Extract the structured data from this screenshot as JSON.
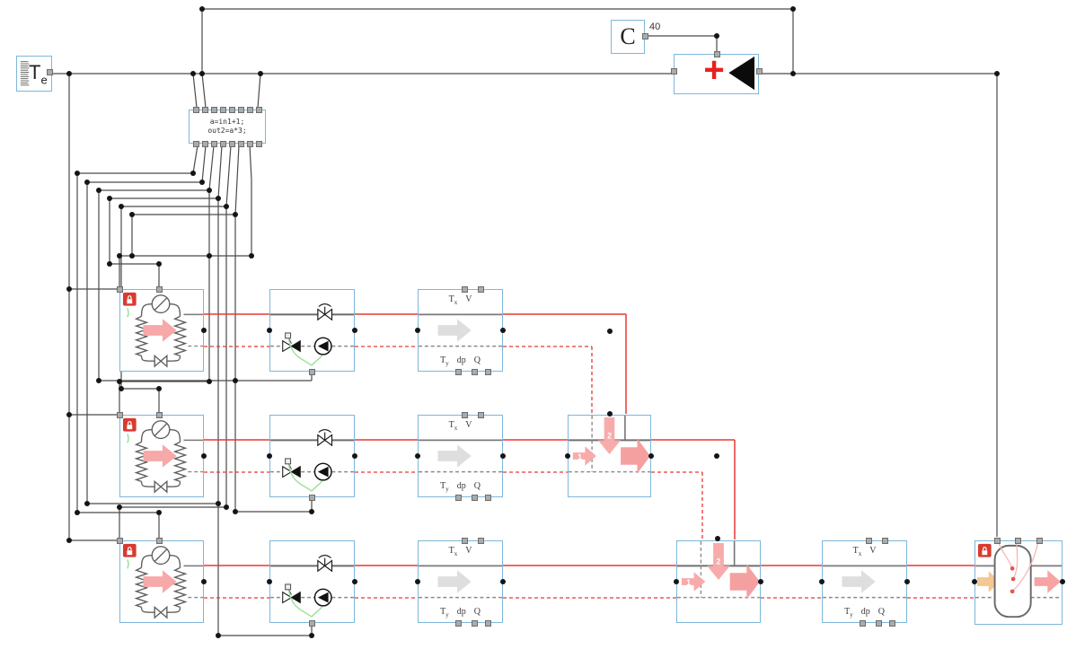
{
  "window": {
    "background": "#ffffff"
  },
  "colors": {
    "block_border": "#7db7da",
    "signal_wire": "#4a4a4a",
    "supply_pipe": "#e83932",
    "return_pipe": "#e83932",
    "flow_arrow_pink": "#f7a8a8",
    "flow_arrow_gray": "#dedede",
    "flow_arrow_orange": "#f5c791",
    "control_line_green": "#98df98",
    "lock_icon_red": "#d93a2f",
    "plus_red": "#e8211d"
  },
  "blocks": {
    "outdoor_temp": {
      "label": "T",
      "sub": "e"
    },
    "equation": {
      "line1": "a=in1+1;",
      "line2": "out2=a*3;"
    },
    "constant": {
      "label": "C",
      "output_value": "40"
    },
    "adder": {
      "operator": "+"
    },
    "sensor": {
      "supply_temp": "T",
      "supply_temp_sub": "x",
      "flow": "V",
      "return_temp": "T",
      "return_temp_sub": "y",
      "pressure_drop": "dp",
      "heat": "Q"
    },
    "mixer": {
      "inlet1_label": "1",
      "inlet2_label": "2"
    }
  }
}
